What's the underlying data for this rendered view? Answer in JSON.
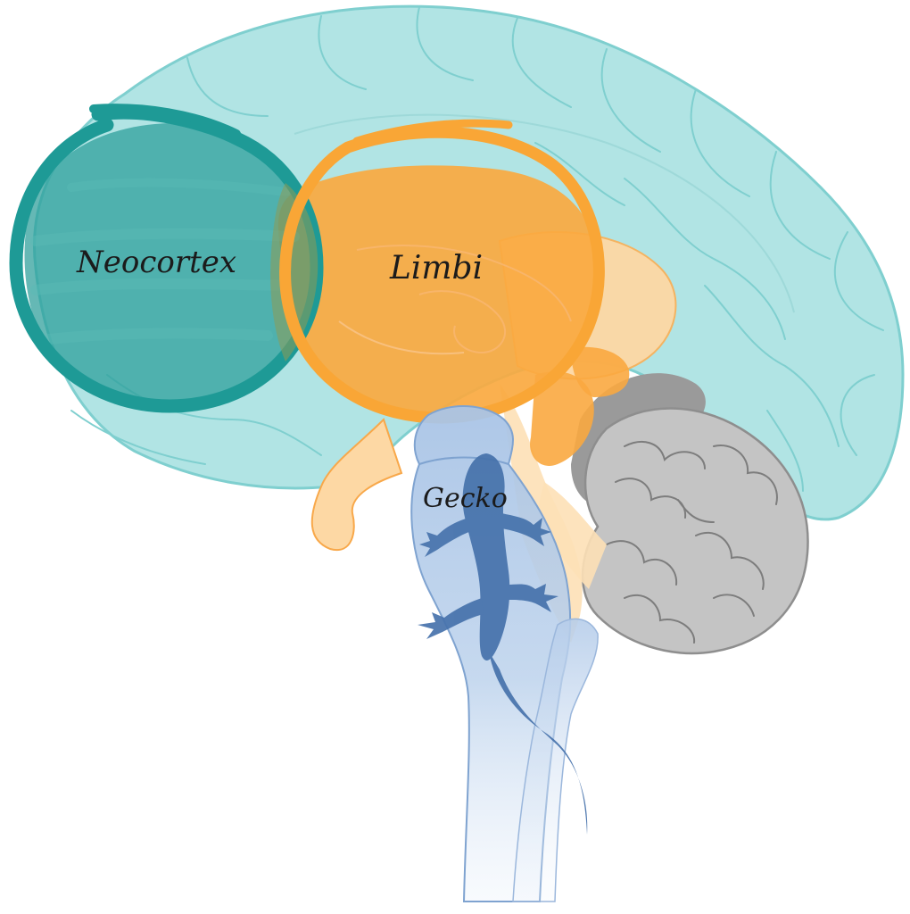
{
  "labels": {
    "neocortex": "Neocortex",
    "limbi": "Limbi",
    "gecko": "Gecko"
  },
  "colors": {
    "cortex": "#b1e4e4",
    "cortex_outline": "#7fcfcf",
    "neocortex_ring": "#1e9a96",
    "neocortex_fill": "#2a9d98",
    "limbic_ring": "#f9a636",
    "limbic_fill": "#faa940",
    "limbic_light": "#fdd8a4",
    "brainstem": "#a8c3e4",
    "gecko": "#4672ab",
    "cerebellum": "#c4c4c4",
    "cerebellum_dark": "#9a9a9a"
  },
  "icons": {
    "gecko": "gecko-icon"
  }
}
